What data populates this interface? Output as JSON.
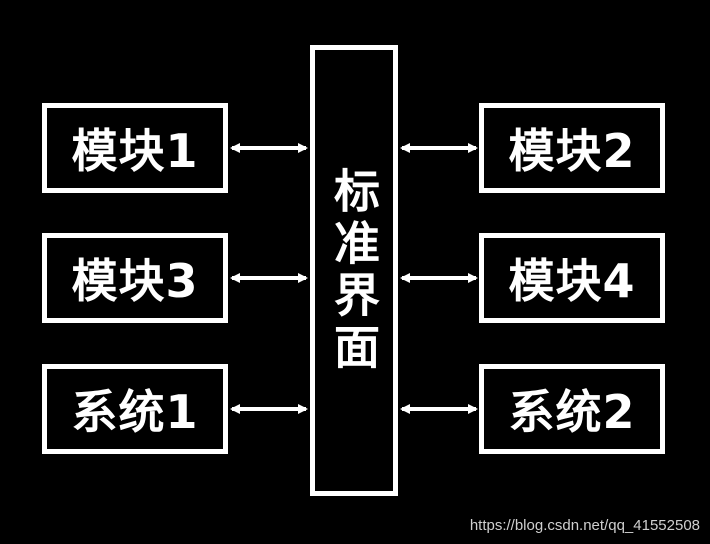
{
  "diagram": {
    "center": {
      "label": "标准界面"
    },
    "left_modules": [
      {
        "label": "模块1"
      },
      {
        "label": "模块3"
      },
      {
        "label": "系统1"
      }
    ],
    "right_modules": [
      {
        "label": "模块2"
      },
      {
        "label": "模块4"
      },
      {
        "label": "系统2"
      }
    ],
    "connector": "bidirectional-arrow",
    "colors": {
      "background": "#000000",
      "foreground": "#ffffff",
      "watermark": "#cfcfcf"
    }
  },
  "watermark": "https://blog.csdn.net/qq_41552508"
}
